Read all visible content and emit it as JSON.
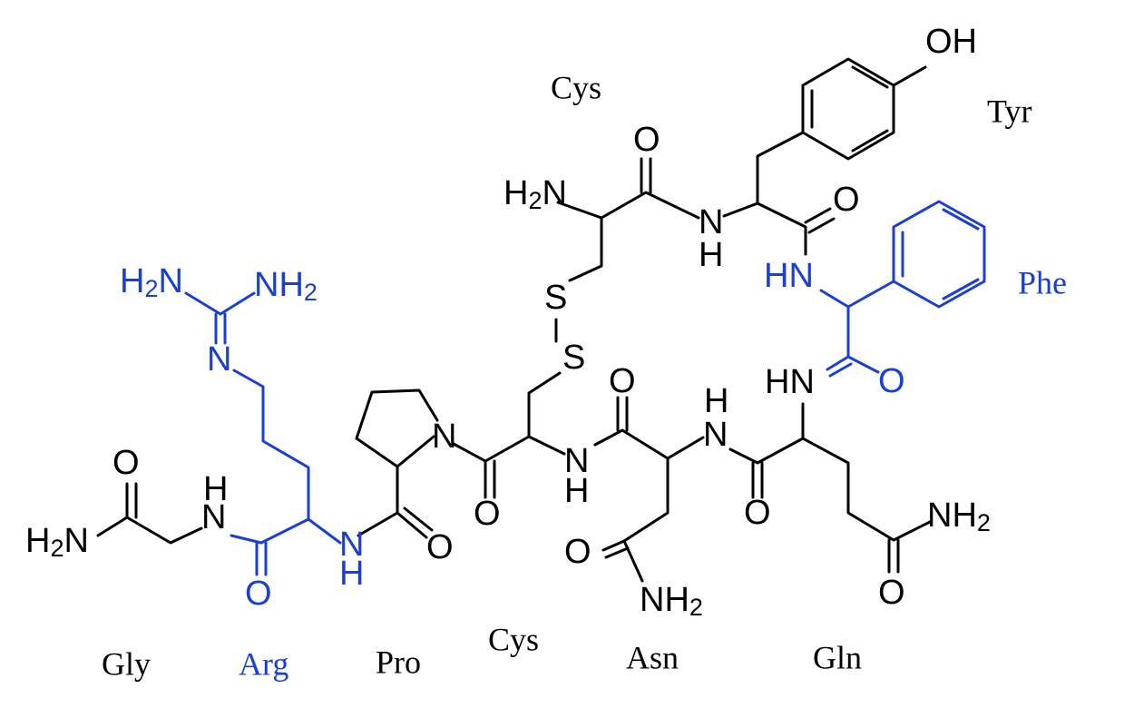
{
  "colors": {
    "default": "#000000",
    "highlight": "#1a3fd6"
  },
  "residues": {
    "cys_top": "Cys",
    "tyr": "Tyr",
    "phe": "Phe",
    "gly": "Gly",
    "arg": "Arg",
    "pro": "Pro",
    "cys_bottom": "Cys",
    "asn": "Asn",
    "gln": "Gln"
  },
  "highlighted_residues": [
    "Arg",
    "Phe"
  ],
  "atoms": {
    "o": "O",
    "n": "N",
    "h": "H",
    "s": "S",
    "oh": "OH",
    "hn": "HN",
    "h2n_h": "H",
    "h2n_sub": "2",
    "h2n_n": "N",
    "nh2_nh": "NH",
    "nh2_sub": "2"
  }
}
